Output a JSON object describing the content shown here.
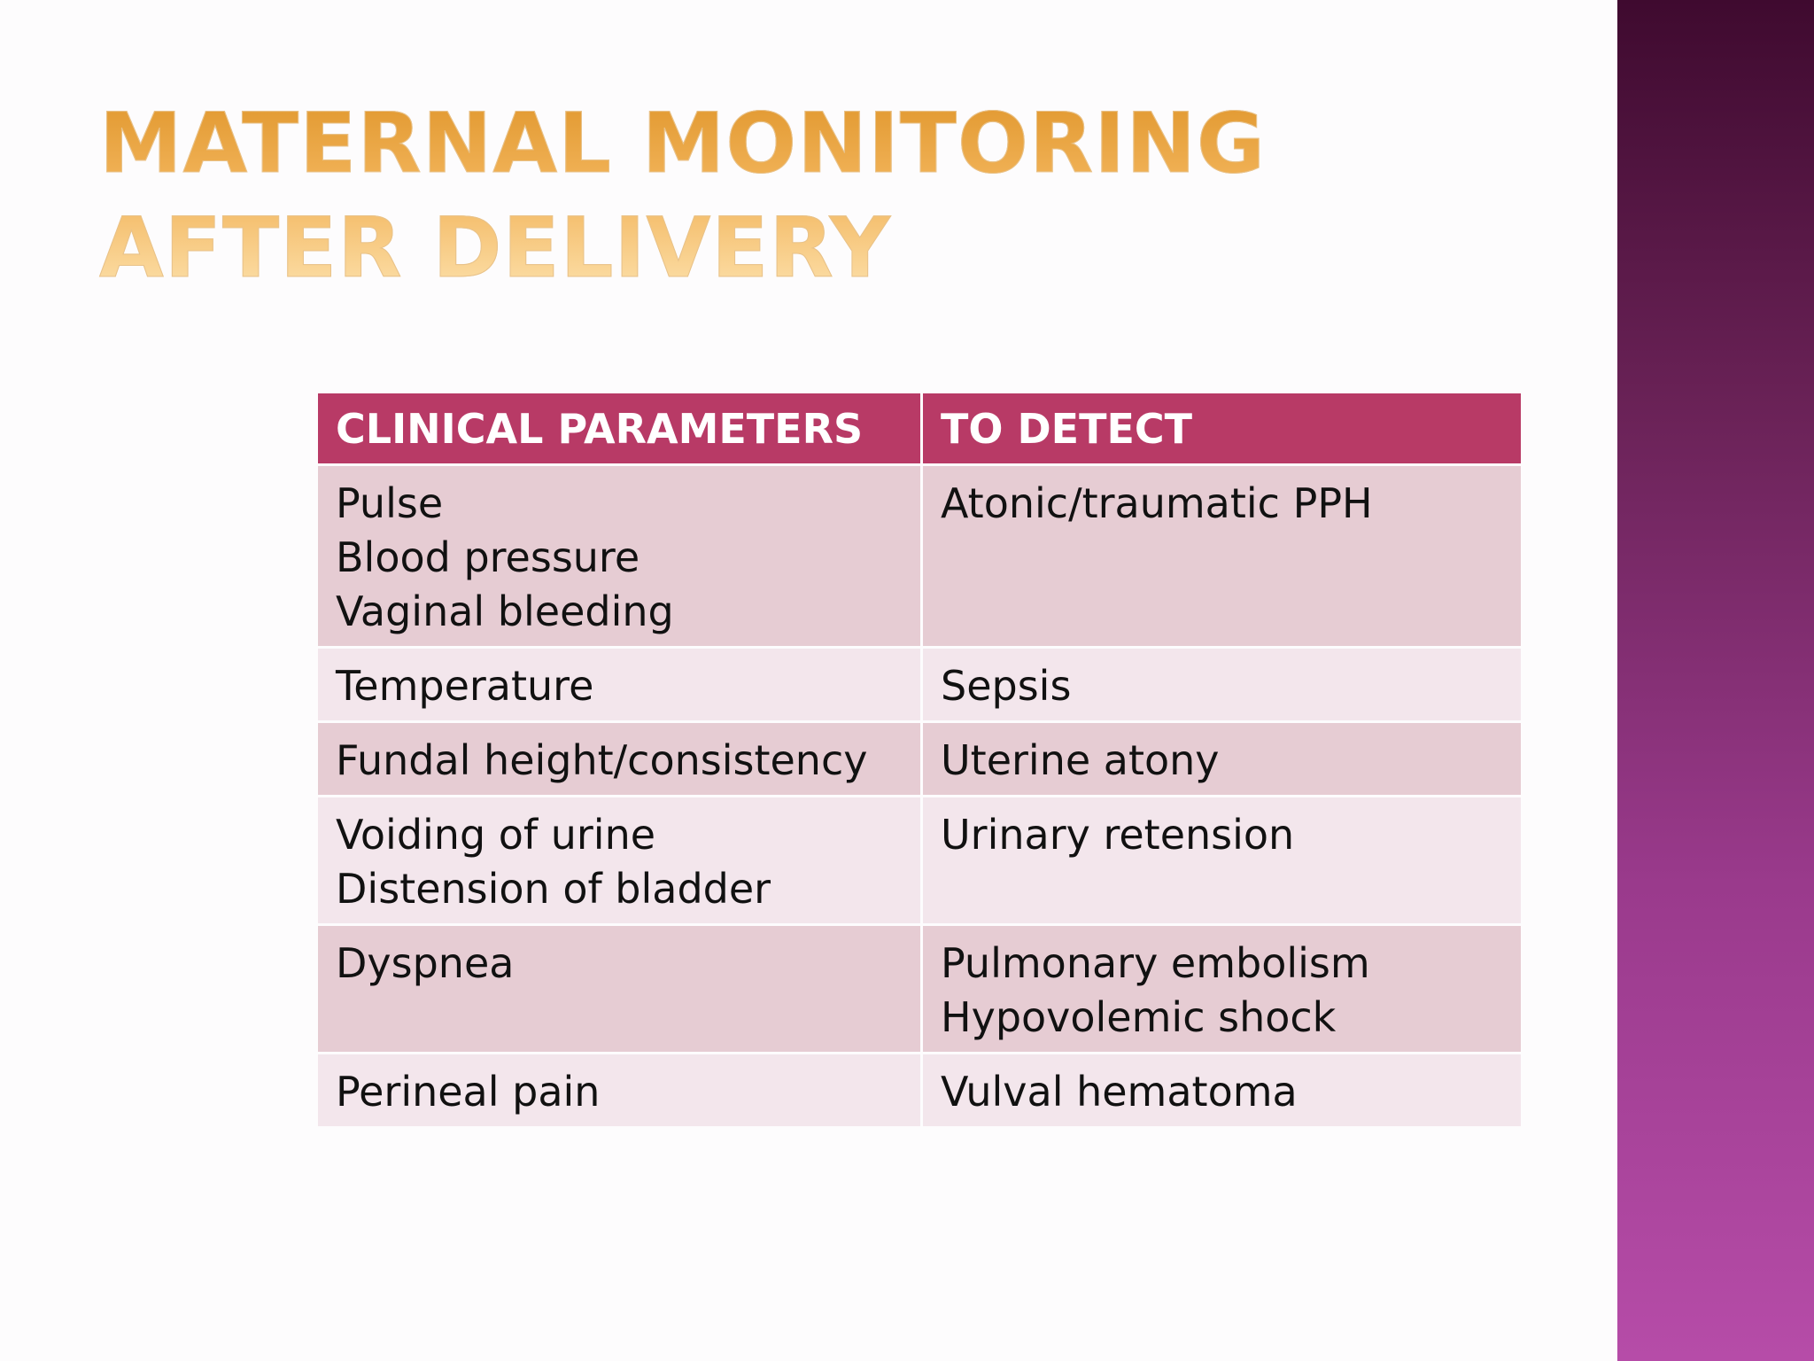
{
  "slide": {
    "title": "Maternal Monitoring after Delivery",
    "colors": {
      "header_bg": "#b83a66",
      "row_dark": "#e6ccd3",
      "row_light": "#f3e6ec",
      "title_gold": "#f2b45a",
      "side_bar_top": "#3f0a2f",
      "side_bar_bottom": "#b64ca8"
    }
  },
  "table": {
    "headers": [
      "CLINICAL PARAMETERS",
      "TO DETECT"
    ],
    "rows": [
      {
        "parameters": [
          "Pulse",
          "Blood pressure",
          "Vaginal bleeding"
        ],
        "detect": [
          "Atonic/traumatic PPH"
        ]
      },
      {
        "parameters": [
          "Temperature"
        ],
        "detect": [
          "Sepsis"
        ]
      },
      {
        "parameters": [
          "Fundal height/consistency"
        ],
        "detect": [
          "Uterine atony"
        ]
      },
      {
        "parameters": [
          "Voiding of urine",
          "Distension of bladder"
        ],
        "detect": [
          "Urinary retension"
        ]
      },
      {
        "parameters": [
          "Dyspnea"
        ],
        "detect": [
          "Pulmonary embolism",
          "Hypovolemic shock"
        ]
      },
      {
        "parameters": [
          "Perineal pain"
        ],
        "detect": [
          "Vulval hematoma"
        ]
      }
    ]
  }
}
